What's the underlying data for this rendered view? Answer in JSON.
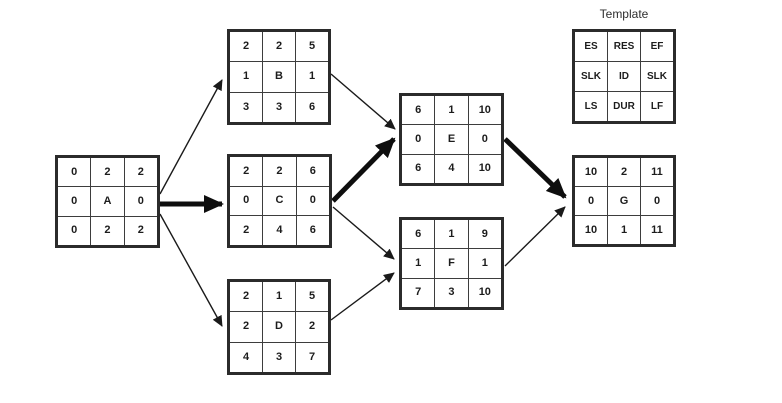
{
  "diagram": {
    "kind": "activity-on-node-network",
    "template_legend": {
      "title": "Template",
      "cells": [
        "ES",
        "RES",
        "EF",
        "SLK",
        "ID",
        "SLK",
        "LS",
        "DUR",
        "LF"
      ]
    },
    "nodes": {
      "A": {
        "id": "A",
        "cells": [
          "0",
          "2",
          "2",
          "0",
          "A",
          "0",
          "0",
          "2",
          "2"
        ]
      },
      "B": {
        "id": "B",
        "cells": [
          "2",
          "2",
          "5",
          "1",
          "B",
          "1",
          "3",
          "3",
          "6"
        ]
      },
      "C": {
        "id": "C",
        "cells": [
          "2",
          "2",
          "6",
          "0",
          "C",
          "0",
          "2",
          "4",
          "6"
        ]
      },
      "D": {
        "id": "D",
        "cells": [
          "2",
          "1",
          "5",
          "2",
          "D",
          "2",
          "4",
          "3",
          "7"
        ]
      },
      "E": {
        "id": "E",
        "cells": [
          "6",
          "1",
          "10",
          "0",
          "E",
          "0",
          "6",
          "4",
          "10"
        ]
      },
      "F": {
        "id": "F",
        "cells": [
          "6",
          "1",
          "9",
          "1",
          "F",
          "1",
          "7",
          "3",
          "10"
        ]
      },
      "G": {
        "id": "G",
        "cells": [
          "10",
          "2",
          "11",
          "0",
          "G",
          "0",
          "10",
          "1",
          "11"
        ]
      }
    },
    "edges": [
      {
        "from": "A",
        "to": "B",
        "critical": false
      },
      {
        "from": "A",
        "to": "C",
        "critical": true
      },
      {
        "from": "A",
        "to": "D",
        "critical": false
      },
      {
        "from": "B",
        "to": "E",
        "critical": false
      },
      {
        "from": "C",
        "to": "E",
        "critical": true
      },
      {
        "from": "C",
        "to": "F",
        "critical": false
      },
      {
        "from": "D",
        "to": "F",
        "critical": false
      },
      {
        "from": "E",
        "to": "G",
        "critical": true
      },
      {
        "from": "F",
        "to": "G",
        "critical": false
      }
    ],
    "colors": {
      "background": "#ffffff",
      "line": "#1a1a1a",
      "border": "#2b2b2b",
      "text": "#1c1c1c"
    }
  }
}
